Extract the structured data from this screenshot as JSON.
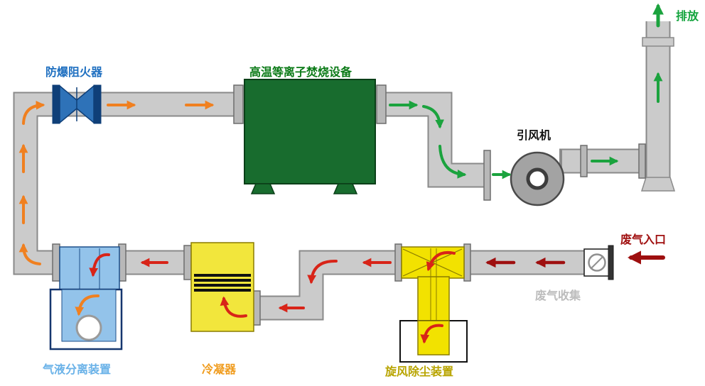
{
  "diagram": {
    "labels": {
      "flame_arrester": {
        "text": "防爆阻火器",
        "color": "#1e6fc0"
      },
      "plasma": {
        "text": "高温等离子焚烧设备",
        "color": "#0a7a16"
      },
      "fan": {
        "text": "引风机",
        "color": "#111111"
      },
      "emission": {
        "text": "排放",
        "color": "#12a33c"
      },
      "gas_inlet": {
        "text": "废气入口",
        "color": "#a01010"
      },
      "gas_collection": {
        "text": "废气收集",
        "color": "#bcbcbc"
      },
      "separator": {
        "text": "气液分离装置",
        "color": "#6ab2e8"
      },
      "condenser": {
        "text": "冷凝器",
        "color": "#f09c1e"
      },
      "cyclone": {
        "text": "旋风除尘装置",
        "color": "#b8a400"
      }
    }
  },
  "colors": {
    "pipe-fill": "#cbcbcb",
    "pipe-stroke": "#8a8a8a",
    "flange-fill": "#b8b8b8",
    "flange-stroke": "#6e6e6e",
    "arrester-fill": "#2e72b8",
    "arrester-dark": "#0f3f78",
    "plasma-fill": "#186c2e",
    "plasma-stroke": "#0a3f18",
    "fan-fill": "#a3a3a3",
    "fan-stroke": "#4a4a4a",
    "cyclone-fill": "#f2e200",
    "cyclone-stroke": "#8a7c00",
    "condenser-fill": "#f2e63c",
    "separator-fill": "#93c3ea",
    "separator-stroke": "#1c4f8a",
    "bin-stroke": "#15366e",
    "arrow-orange": "#f08020",
    "arrow-red": "#d82418",
    "arrow-darkred": "#9e0f0f",
    "arrow-green": "#1ba33e"
  }
}
